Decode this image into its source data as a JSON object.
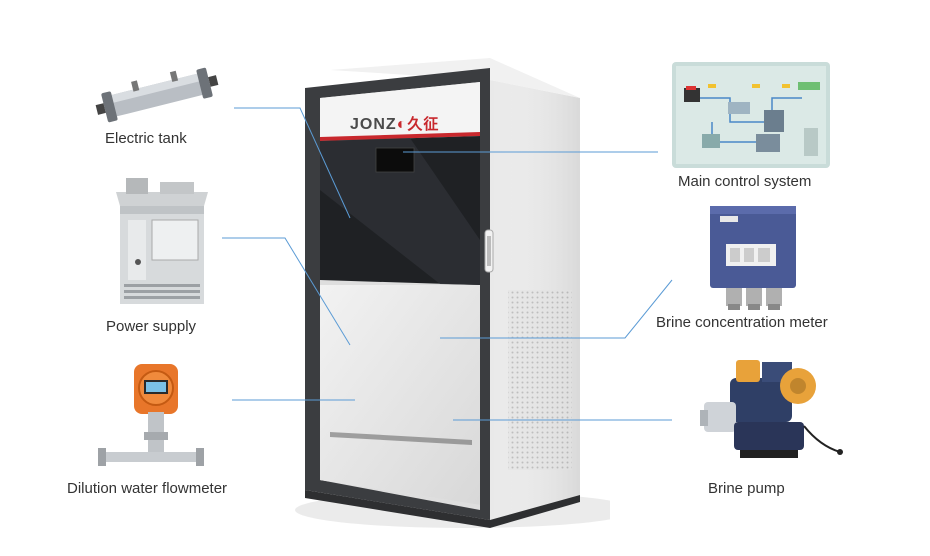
{
  "brand": {
    "logo_text": "JONZ",
    "logo_cn": "久征"
  },
  "components": {
    "electric_tank": {
      "label": "Electric tank"
    },
    "power_supply": {
      "label": "Power supply"
    },
    "dilution_flowmeter": {
      "label": "Dilution water flowmeter"
    },
    "main_control": {
      "label": "Main control system"
    },
    "brine_meter": {
      "label": "Brine concentration meter"
    },
    "brine_pump": {
      "label": "Brine pump"
    }
  },
  "colors": {
    "leader_line": "#5b9bd5",
    "cabinet_dark": "#3b3d40",
    "cabinet_panel": "#e6e6e6",
    "accent_red": "#c8282d"
  }
}
